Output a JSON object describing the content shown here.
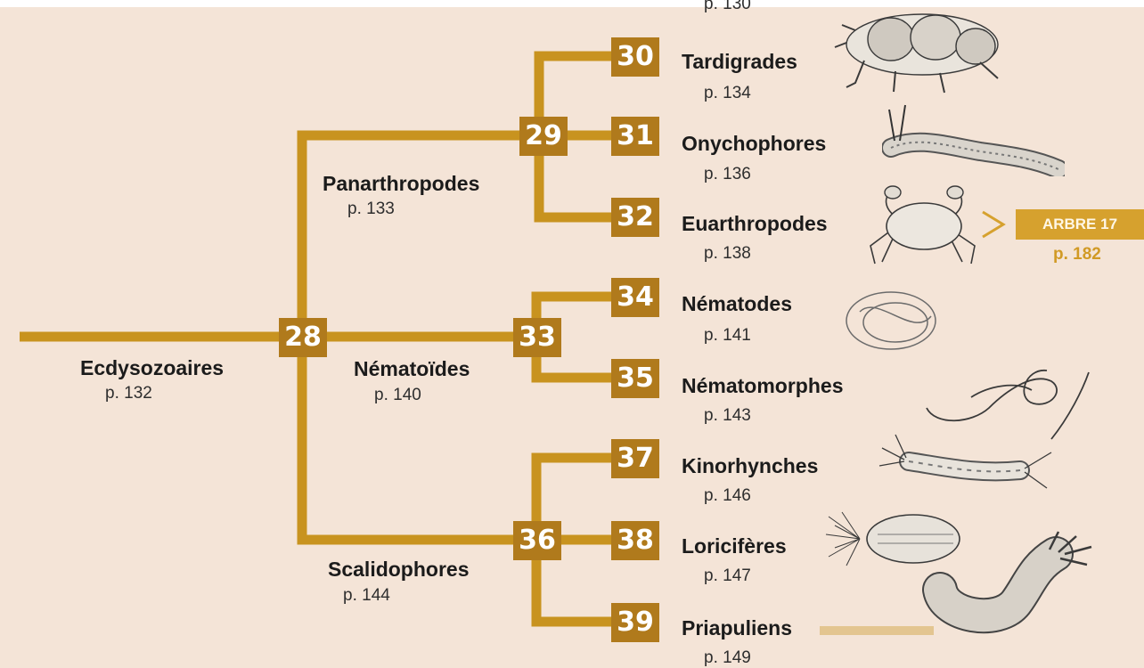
{
  "colors": {
    "background": "#f4e4d7",
    "branch": "#c8931f",
    "node": "#b07a1c",
    "node_text": "#ffffff",
    "label": "#1b1b1b",
    "crossref": "#d6a12e",
    "faded_bar": "#e3c590"
  },
  "top_partial_page": "p. 130",
  "nodes": {
    "n28": "28",
    "n29": "29",
    "n30": "30",
    "n31": "31",
    "n32": "32",
    "n33": "33",
    "n34": "34",
    "n35": "35",
    "n36": "36",
    "n37": "37",
    "n38": "38",
    "n39": "39"
  },
  "clades": {
    "ecdysozoaires": {
      "name": "Ecdysozoaires",
      "page": "p. 132"
    },
    "panarthropodes": {
      "name": "Panarthropodes",
      "page": "p. 133"
    },
    "nematoides": {
      "name": "Nématoïdes",
      "page": "p. 140"
    },
    "scalidophores": {
      "name": "Scalidophores",
      "page": "p. 144"
    }
  },
  "taxa": {
    "tardigrades": {
      "name": "Tardigrades",
      "page": "p. 134",
      "icon": "tardigrade-illustration"
    },
    "onychophores": {
      "name": "Onychophores",
      "page": "p. 136",
      "icon": "velvet-worm-illustration"
    },
    "euarthropodes": {
      "name": "Euarthropodes",
      "page": "p. 138",
      "icon": "crab-illustration"
    },
    "nematodes": {
      "name": "Nématodes",
      "page": "p. 141",
      "icon": "nematode-illustration"
    },
    "nematomorphes": {
      "name": "Nématomorphes",
      "page": "p. 143",
      "icon": "horsehair-worm-illustration"
    },
    "kinorhynches": {
      "name": "Kinorhynches",
      "page": "p. 146",
      "icon": "kinorhynch-illustration"
    },
    "loriciferes": {
      "name": "Loricifères",
      "page": "p. 147",
      "icon": "loricifer-illustration"
    },
    "priapuliens": {
      "name": "Priapuliens",
      "page": "p. 149",
      "icon": "priapulid-illustration"
    }
  },
  "crossref": {
    "label": "ARBRE 17",
    "page": "p. 182",
    "icon": "chevron-right-icon"
  }
}
